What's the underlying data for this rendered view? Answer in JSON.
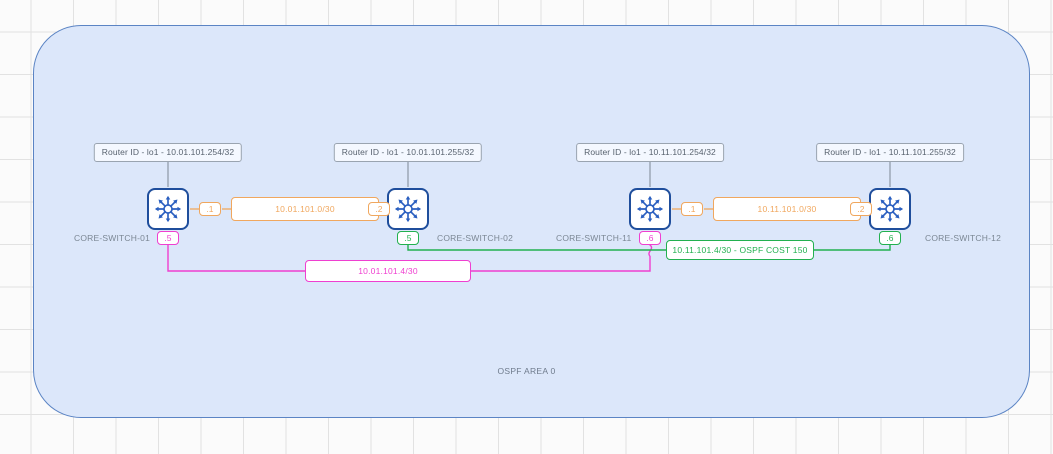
{
  "area": {
    "label": "OSPF AREA 0",
    "fill": "#dce7fa",
    "stroke": "#5b84c4"
  },
  "colors": {
    "device_border": "#1f4e9c",
    "device_icon": "#2a5fc0",
    "link_orange": "#f0a75e",
    "link_pink": "#ef3fd0",
    "link_green": "#22b04f",
    "text_gray": "#7b8794",
    "grid": "#e2e2e2"
  },
  "devices": [
    {
      "id": "core-switch-01",
      "name": "CORE-SWITCH-01",
      "icon": "network-switch-icon",
      "router_id": "Router ID - lo1 - 10.01.101.254/32"
    },
    {
      "id": "core-switch-02",
      "name": "CORE-SWITCH-02",
      "icon": "network-switch-icon",
      "router_id": "Router ID - lo1 - 10.01.101.255/32"
    },
    {
      "id": "core-switch-11",
      "name": "CORE-SWITCH-11",
      "icon": "network-switch-icon",
      "router_id": "Router ID - lo1 - 10.11.101.254/32"
    },
    {
      "id": "core-switch-12",
      "name": "CORE-SWITCH-12",
      "icon": "network-switch-icon",
      "router_id": "Router ID - lo1 - 10.11.101.255/32"
    }
  ],
  "links": [
    {
      "id": "link-01-02",
      "color": "orange",
      "subnet": "10.01.101.0/30",
      "left_iface": ".1",
      "right_iface": ".2"
    },
    {
      "id": "link-11-12",
      "color": "orange",
      "subnet": "10.11.101.0/30",
      "left_iface": ".1",
      "right_iface": ".2"
    },
    {
      "id": "link-01-11",
      "color": "pink",
      "subnet": "10.01.101.4/30",
      "left_iface": ".5",
      "right_iface": ".6"
    },
    {
      "id": "link-02-12",
      "color": "green",
      "subnet": "10.11.101.4/30 - OSPF COST 150",
      "left_iface": ".5",
      "right_iface": ".6"
    }
  ]
}
